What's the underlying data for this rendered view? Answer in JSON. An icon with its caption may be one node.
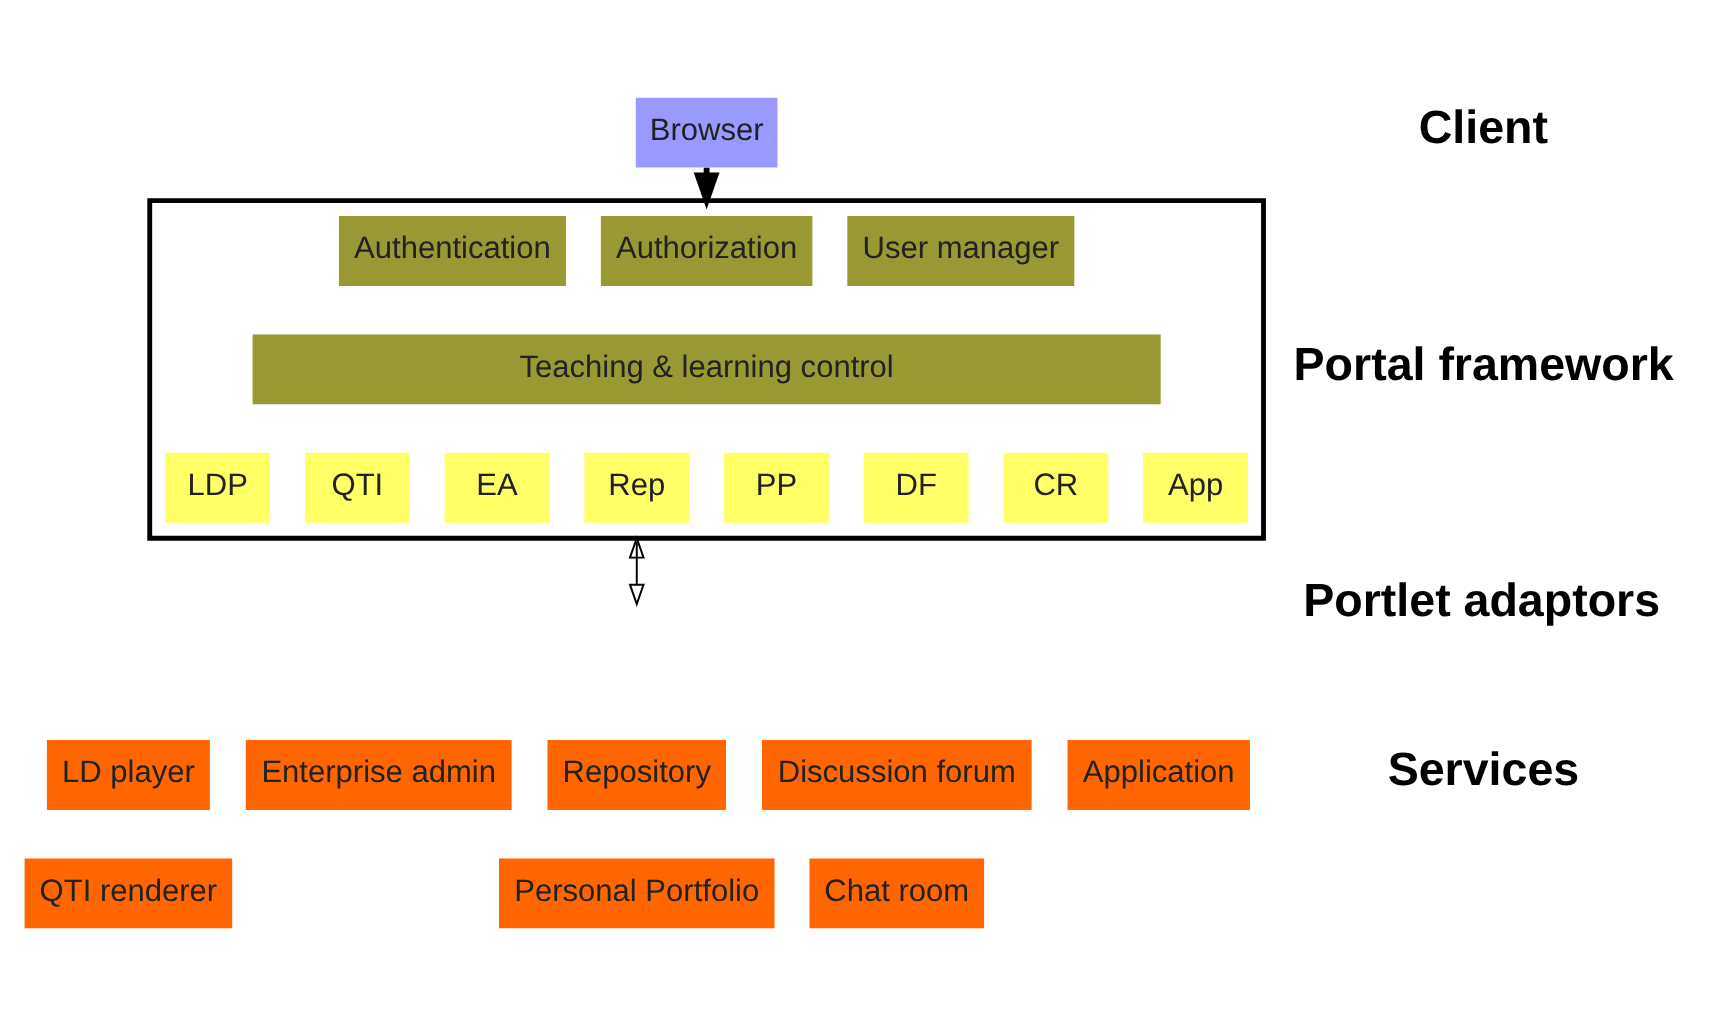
{
  "diagram": {
    "nodes": [
      {
        "text": [
          "Browser"
        ]
      },
      {
        "text": [],
        "shape": "box"
      },
      {
        "text": [
          "Authentication"
        ],
        "in": 1
      },
      {
        "text": [
          "Authorization"
        ],
        "in": 1
      },
      {
        "text": [
          "User manager"
        ],
        "in": 1
      },
      {
        "text": [
          "Teaching & learning control"
        ],
        "in": 1
      },
      {
        "text": [
          "LDP"
        ],
        "in": 1
      },
      {
        "text": [
          "QTI"
        ],
        "in": 1
      },
      {
        "text": [
          "EA"
        ],
        "in": 1
      },
      {
        "text": [
          "Rep"
        ],
        "in": 1
      },
      {
        "text": [
          "PP"
        ],
        "in": 1
      },
      {
        "text": [
          "DF"
        ],
        "in": 1
      },
      {
        "text": [
          "CR"
        ],
        "in": 1
      },
      {
        "text": [
          "App"
        ],
        "in": 1
      },
      {
        "text": [
          "LD player"
        ]
      },
      {
        "text": [
          "Enterprise admin"
        ]
      },
      {
        "text": [
          "Repository"
        ]
      },
      {
        "text": [
          "Discussion forum"
        ]
      },
      {
        "text": [
          "Application"
        ]
      },
      {
        "text": [
          "QTI renderer"
        ]
      },
      {
        "text": [
          "Personal Portfolio"
        ]
      },
      {
        "text": [
          "Chat room"
        ]
      }
    ],
    "edges": [
      {
        "from": 0,
        "to": 1,
        "arrow": "to",
        "style": "thick"
      },
      {
        "from": 1,
        "to": null,
        "arrow": "both"
      }
    ],
    "labels": [
      "Client",
      "Portal framework",
      "Portlet adaptors",
      "Services"
    ]
  }
}
